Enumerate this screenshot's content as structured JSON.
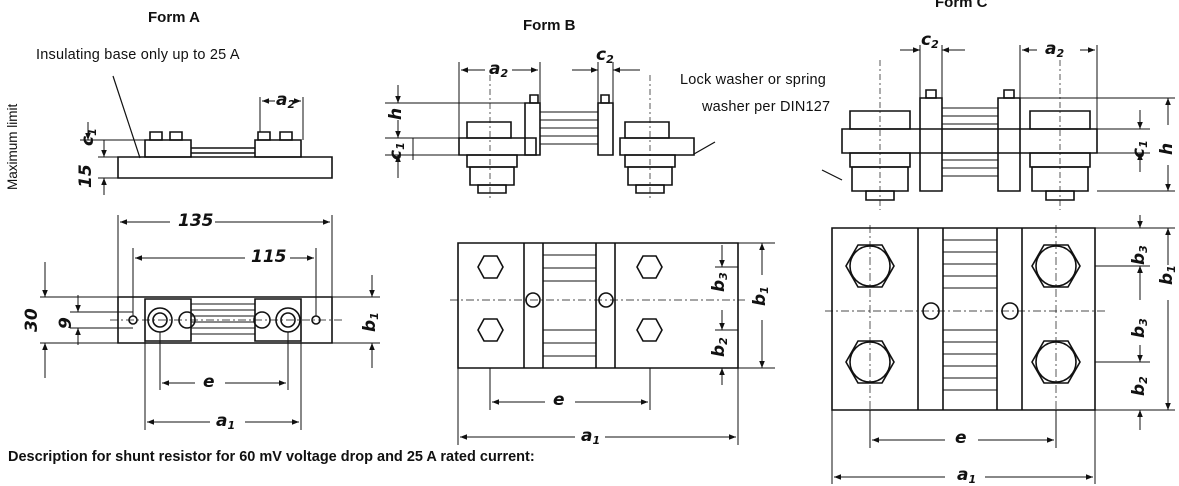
{
  "forms": {
    "a": {
      "title": "Form A"
    },
    "b": {
      "title": "Form B"
    },
    "c": {
      "title": "Form C"
    }
  },
  "notes": {
    "insulating_base": "Insulating base only up to 25 A",
    "lock_washer_line1": "Lock washer or spring",
    "lock_washer_line2": "washer per DIN127",
    "maximum_limit": "Maximum limit"
  },
  "caption": "Description for shunt resistor for 60 mV voltage drop and 25 A rated current:",
  "dimensions": {
    "a1": "a",
    "a1_sub": "1",
    "a2": "a",
    "a2_sub": "2",
    "b1": "b",
    "b1_sub": "1",
    "b2": "b",
    "b2_sub": "2",
    "b3": "b",
    "b3_sub": "3",
    "c1": "c",
    "c1_sub": "1",
    "c2": "c",
    "c2_sub": "2",
    "e": "e",
    "h": "h",
    "v135": "135",
    "v115": "115",
    "v15": "15",
    "v30": "30",
    "v9": "9"
  }
}
